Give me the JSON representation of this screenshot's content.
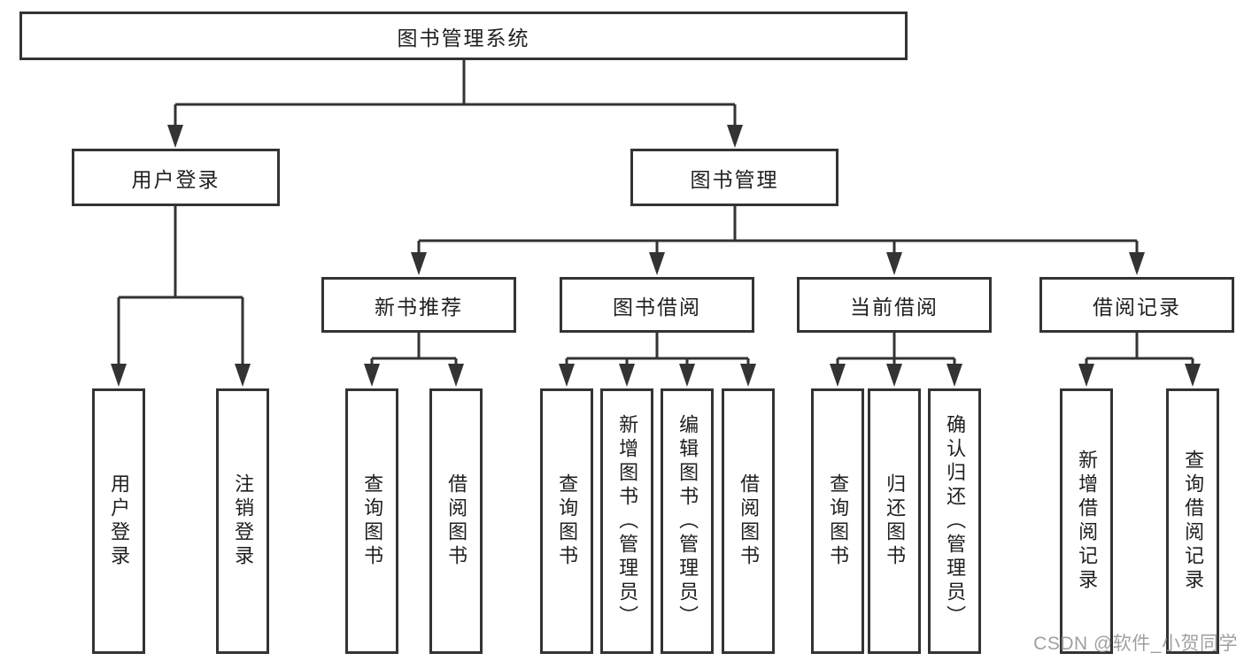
{
  "nodes": {
    "root": {
      "label": "图书管理系统"
    },
    "branches": [
      {
        "label": "用户登录",
        "children": [
          {
            "label": "用户登录"
          },
          {
            "label": "注销登录"
          }
        ]
      },
      {
        "label": "图书管理",
        "children": [
          {
            "label": "新书推荐",
            "children": [
              {
                "label": "查询图书"
              },
              {
                "label": "借阅图书"
              }
            ]
          },
          {
            "label": "图书借阅",
            "children": [
              {
                "label": "查询图书"
              },
              {
                "label": "新增图书（管理员）"
              },
              {
                "label": "编辑图书（管理员）"
              },
              {
                "label": "借阅图书"
              }
            ]
          },
          {
            "label": "当前借阅",
            "children": [
              {
                "label": "查询图书"
              },
              {
                "label": "归还图书"
              },
              {
                "label": "确认归还（管理员）"
              }
            ]
          },
          {
            "label": "借阅记录",
            "children": [
              {
                "label": "新增借阅记录"
              },
              {
                "label": "查询借阅记录"
              }
            ]
          }
        ]
      }
    ]
  },
  "watermark": {
    "text": "CSDN @软件_小贺同学"
  },
  "colors": {
    "line": "#333333",
    "text": "#1f1f1f",
    "watermark": "#969696",
    "background": "#ffffff"
  }
}
